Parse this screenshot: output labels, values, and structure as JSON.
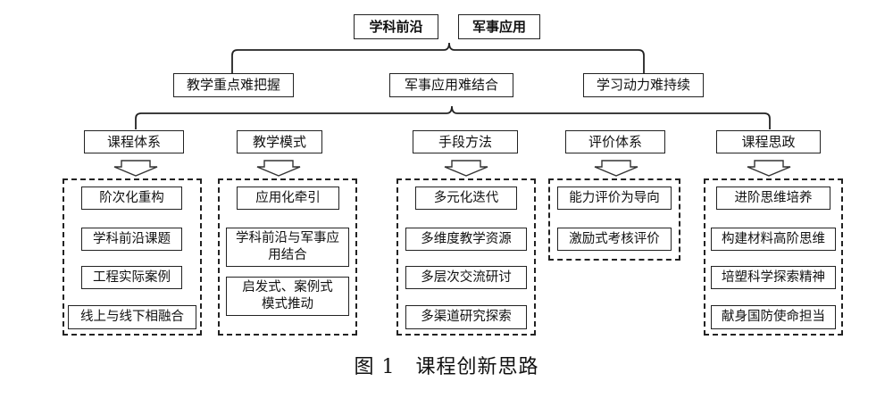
{
  "top_boxes": [
    "学科前沿",
    "军事应用"
  ],
  "challenges": [
    "教学重点难把握",
    "军事应用难结合",
    "学习动力难持续"
  ],
  "columns": [
    {
      "header": "课程体系",
      "items": [
        "阶次化重构",
        "学科前沿课题",
        "工程实际案例",
        "线上与线下相融合"
      ]
    },
    {
      "header": "教学模式",
      "items": [
        "应用化牵引",
        "学科前沿与军事应用结合",
        "启发式、案例式模式推动"
      ]
    },
    {
      "header": "手段方法",
      "items": [
        "多元化迭代",
        "多维度教学资源",
        "多层次交流研讨",
        "多渠道研究探索"
      ]
    },
    {
      "header": "评价体系",
      "items": [
        "能力评价为导向",
        "激励式考核评价"
      ]
    },
    {
      "header": "课程思政",
      "items": [
        "进阶思维培养",
        "构建材料高阶思维",
        "培塑科学探索精神",
        "献身国防使命担当"
      ]
    }
  ],
  "caption": "图 1　课程创新思路"
}
